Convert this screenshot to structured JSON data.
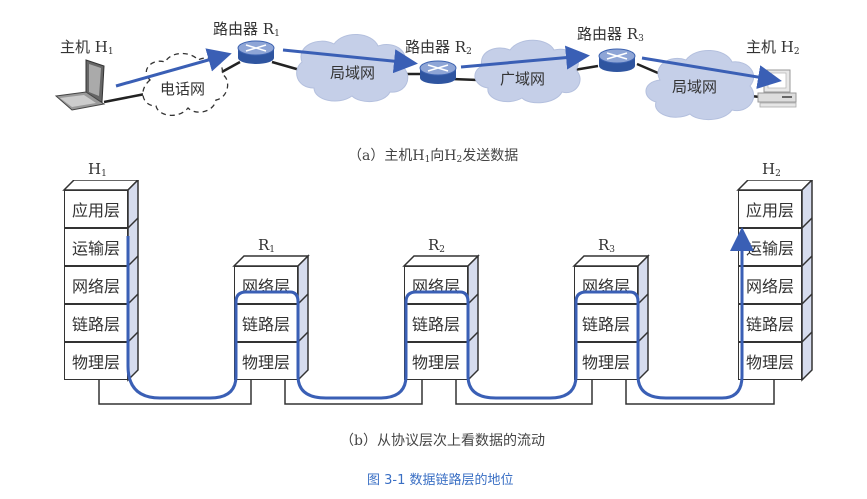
{
  "part_a": {
    "host1": {
      "label": "主机 H",
      "sub": "1"
    },
    "host2": {
      "label": "主机 H",
      "sub": "2"
    },
    "router1": {
      "label": "路由器 R",
      "sub": "1"
    },
    "router2": {
      "label": "路由器 R",
      "sub": "2"
    },
    "router3": {
      "label": "路由器 R",
      "sub": "3"
    },
    "clouds": {
      "phone": "电话网",
      "lan1": "局域网",
      "wan": "广域网",
      "lan2": "局域网"
    },
    "caption": {
      "prefix": "（a）主机H",
      "s1": "1",
      "mid": "向H",
      "s2": "2",
      "suffix": "发送数据"
    }
  },
  "part_b": {
    "stacks": [
      {
        "name": "H",
        "sub": "1",
        "layers": [
          "应用层",
          "运输层",
          "网络层",
          "链路层",
          "物理层"
        ]
      },
      {
        "name": "R",
        "sub": "1",
        "layers": [
          "网络层",
          "链路层",
          "物理层"
        ]
      },
      {
        "name": "R",
        "sub": "2",
        "layers": [
          "网络层",
          "链路层",
          "物理层"
        ]
      },
      {
        "name": "R",
        "sub": "3",
        "layers": [
          "网络层",
          "链路层",
          "物理层"
        ]
      },
      {
        "name": "H",
        "sub": "2",
        "layers": [
          "应用层",
          "运输层",
          "网络层",
          "链路层",
          "物理层"
        ]
      }
    ],
    "caption": "（b）从协议层次上看数据的流动"
  },
  "figure_title": "图 3-1    数据链路层的地位",
  "colors": {
    "flow": "#3a5fb5",
    "cloud": "#c5cfe8",
    "router": "#3d63b0",
    "arrow": "#3a5fb5"
  }
}
